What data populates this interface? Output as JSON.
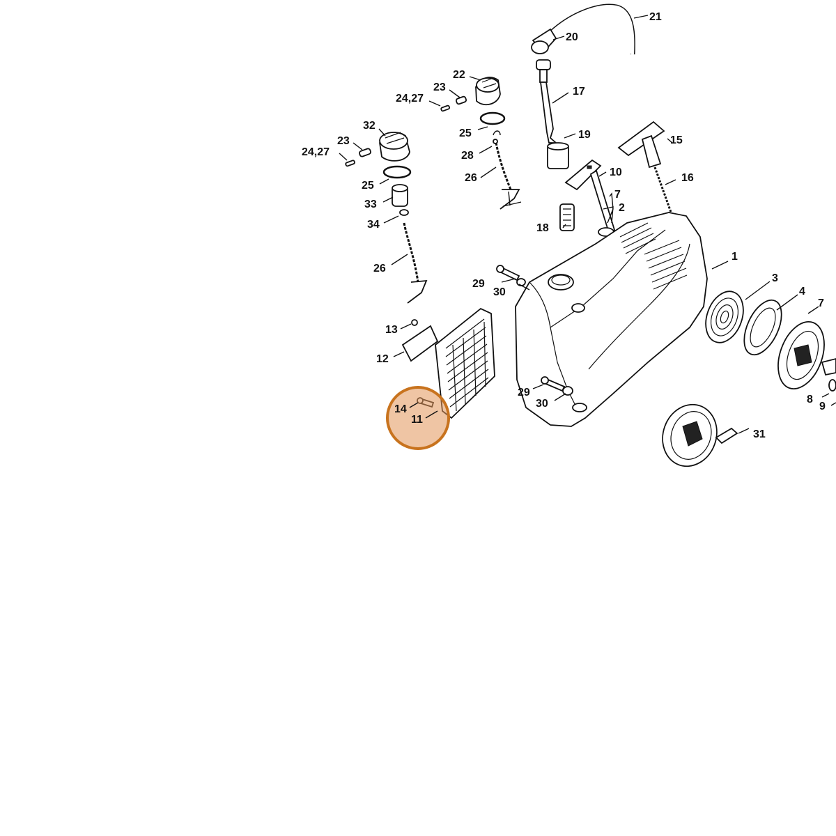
{
  "labels": {
    "p1": "1",
    "p2": "2",
    "p3": "3",
    "p4": "4",
    "p7a": "7",
    "p7b": "7",
    "p8": "8",
    "p9": "9",
    "p10": "10",
    "p11": "11",
    "p12": "12",
    "p13": "13",
    "p14": "14",
    "p15": "15",
    "p16": "16",
    "p17": "17",
    "p18": "18",
    "p19": "19",
    "p20": "20",
    "p21": "21",
    "p22": "22",
    "p23a": "23",
    "p23b": "23",
    "p2427a": "24,27",
    "p2427b": "24,27",
    "p25a": "25",
    "p25b": "25",
    "p26a": "26",
    "p26b": "26",
    "p28": "28",
    "p29a": "29",
    "p29b": "29",
    "p30a": "30",
    "p30b": "30",
    "p31": "31",
    "p32": "32",
    "p33": "33",
    "p34": "34"
  },
  "highlight": {
    "color": "#c8731e",
    "fill": "rgba(226,150,90,0.55)"
  }
}
